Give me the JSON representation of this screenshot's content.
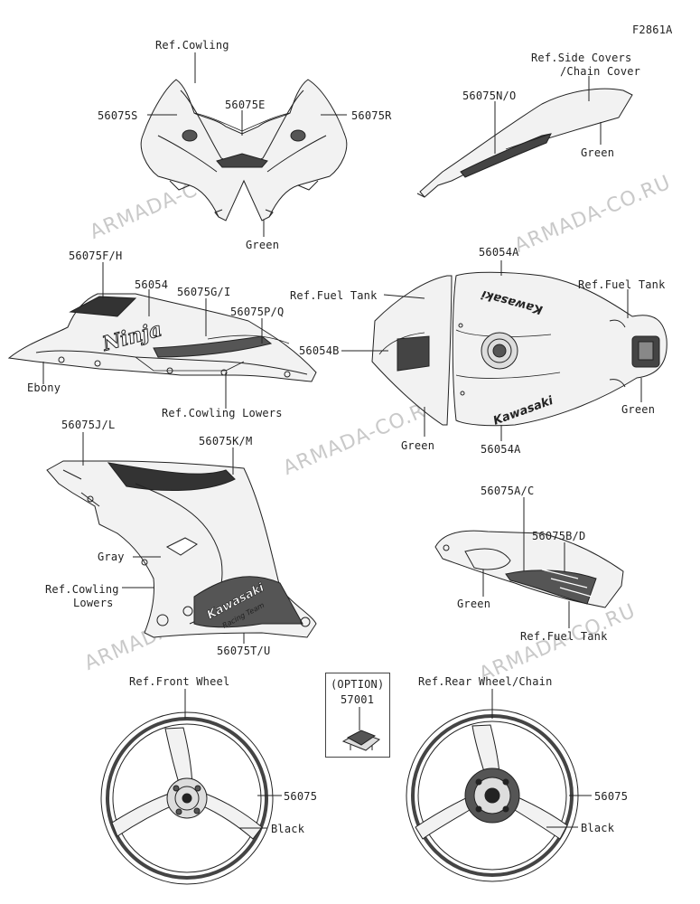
{
  "figure_id": "F2861A",
  "labels": {
    "ref_cowling": "Ref.Cowling",
    "p56075S": "56075S",
    "p56075E": "56075E",
    "p56075R": "56075R",
    "green_top": "Green",
    "ref_side_covers": "Ref.Side Covers",
    "chain_cover": "/Chain Cover",
    "p56075NO": "56075N/O",
    "green_side": "Green",
    "p56075FH": "56075F/H",
    "p56054": "56054",
    "p56075GI": "56075G/I",
    "p56075PQ": "56075P/Q",
    "ebony": "Ebony",
    "ref_cowling_lowers_1": "Ref.Cowling Lowers",
    "ref_fuel_tank_left": "Ref.Fuel Tank",
    "p56054A_top": "56054A",
    "ref_fuel_tank_right": "Ref.Fuel Tank",
    "p56054B": "56054B",
    "green_tank_right": "Green",
    "green_tank_bottom": "Green",
    "p56054A_bottom": "56054A",
    "p56075JL": "56075J/L",
    "p56075KM": "56075K/M",
    "gray": "Gray",
    "ref_cowling_lowers_2a": "Ref.Cowling",
    "ref_cowling_lowers_2b": "Lowers",
    "p56075TU": "56075T/U",
    "p56075AC": "56075A/C",
    "p56075BD": "56075B/D",
    "green_tankcover": "Green",
    "ref_fuel_tank_bottom": "Ref.Fuel Tank",
    "ref_front_wheel": "Ref.Front Wheel",
    "option": "(OPTION)",
    "p57001": "57001",
    "ref_rear_wheel": "Ref.Rear Wheel/Chain",
    "p56075_front": "56075",
    "black_front": "Black",
    "p56075_rear": "56075",
    "black_rear": "Black"
  },
  "decal_text": {
    "ninja": "Ninja",
    "kawasaki_tank_top": "Kawasaki",
    "kawasaki_tank_bottom": "Kawasaki",
    "kawasaki_cowl": "Kawasaki",
    "racing_team": "Racing Team"
  },
  "watermark": {
    "text": "ARMADA-CO.RU",
    "color": "#c9c9c9"
  }
}
